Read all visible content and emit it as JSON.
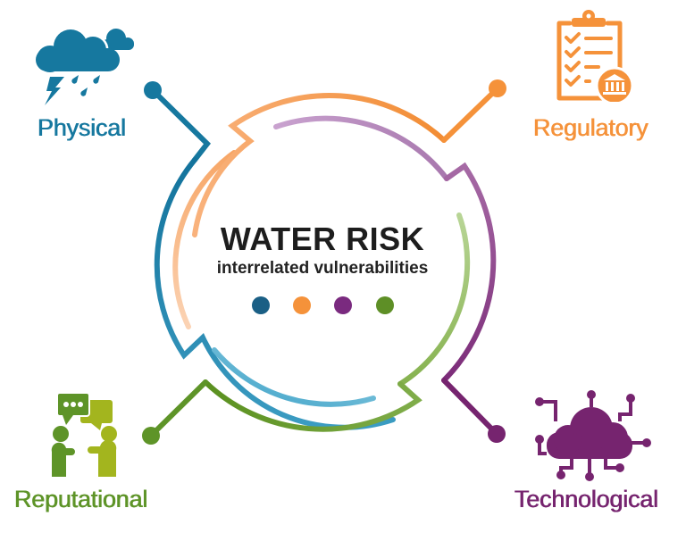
{
  "center": {
    "title": "WATER RISK",
    "subtitle": "interrelated vulnerabilities",
    "dots": [
      {
        "name": "physical",
        "color": "#1a5f85"
      },
      {
        "name": "regulatory",
        "color": "#f5923a"
      },
      {
        "name": "technological",
        "color": "#7a2a7f"
      },
      {
        "name": "reputational",
        "color": "#5e8f26"
      }
    ]
  },
  "categories": [
    {
      "id": "physical",
      "label": "Physical",
      "color": "#16789f",
      "icon": "storm-cloud-icon"
    },
    {
      "id": "regulatory",
      "label": "Regulatory",
      "color": "#f5923a",
      "icon": "clipboard-checklist-bank-icon"
    },
    {
      "id": "reputational",
      "label": "Reputational",
      "color": "#5e9428",
      "accent": "#a3b51e",
      "icon": "people-conversation-icon"
    },
    {
      "id": "technological",
      "label": "Technological",
      "color": "#76246f",
      "icon": "cloud-network-icon"
    }
  ],
  "ring": {
    "outer": {
      "physical": "#16789f",
      "regulatory": "#f7a15a",
      "technological": "#94508f",
      "reputational": "#6ea138"
    },
    "inner": {
      "physical": "#f8c7a0",
      "regulatory": "#c295c8",
      "technological": "#a9cb7e",
      "reputational": "#79c1da"
    }
  }
}
